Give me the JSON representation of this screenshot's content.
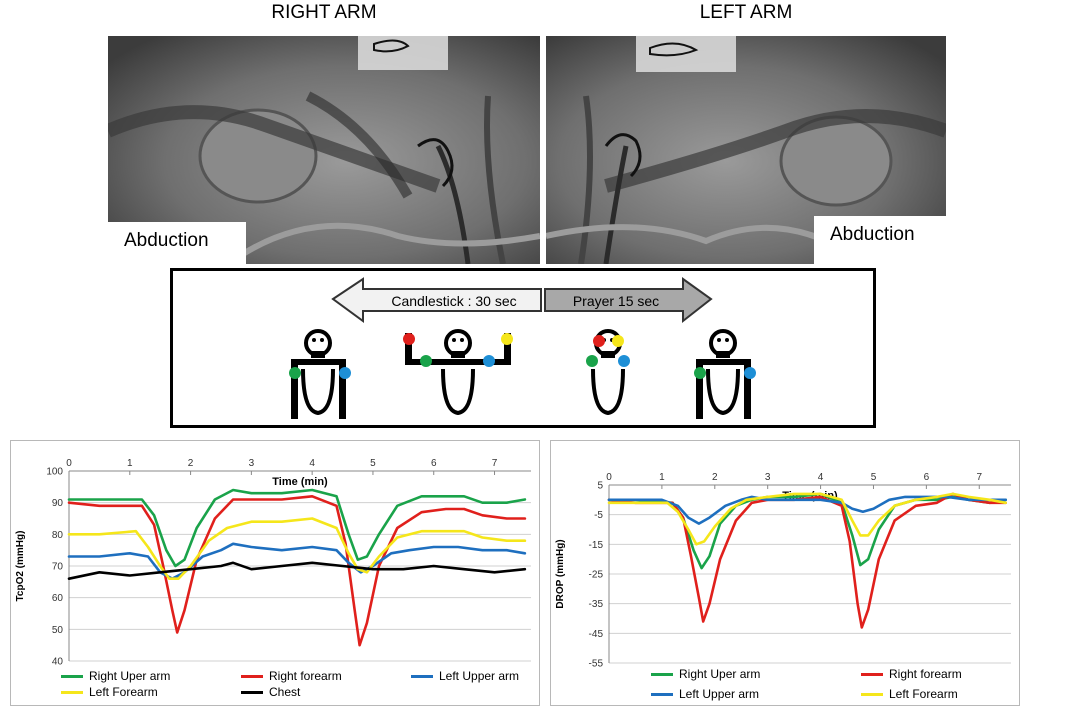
{
  "panels": {
    "right_title": "RIGHT ARM",
    "left_title": "LEFT ARM",
    "right_label": "Abduction",
    "left_label": "Abduction"
  },
  "protocol": {
    "arrow_left": "Candlestick : 30 sec",
    "arrow_right": "Prayer 15 sec",
    "colors": {
      "green": "#1aa34a",
      "blue": "#1e8fd6",
      "red": "#e0201c",
      "yellow": "#f5e61b"
    }
  },
  "chart_data": [
    {
      "type": "line",
      "title": "",
      "xlabel": "Time (min)",
      "ylabel": "TcpO2 (mmHg)",
      "xlim": [
        0,
        7.6
      ],
      "ylim": [
        40,
        100
      ],
      "xticks": [
        0,
        1,
        2,
        3,
        4,
        5,
        6,
        7
      ],
      "yticks": [
        40,
        50,
        60,
        70,
        80,
        90,
        100
      ],
      "grid": "horizontal",
      "x_axis_position": "top",
      "legend_position": "bottom",
      "series": [
        {
          "name": "Right Uper arm",
          "color": "#1aa34a",
          "x": [
            0,
            0.5,
            1.2,
            1.4,
            1.6,
            1.75,
            1.9,
            2.1,
            2.4,
            2.7,
            3.0,
            3.5,
            4.0,
            4.4,
            4.6,
            4.75,
            4.9,
            5.1,
            5.4,
            5.8,
            6.2,
            6.5,
            6.8,
            7.2,
            7.5
          ],
          "y": [
            91,
            91,
            91,
            86,
            75,
            70,
            72,
            82,
            91,
            94,
            93,
            93,
            94,
            92,
            80,
            72,
            73,
            80,
            89,
            92,
            92,
            92,
            90,
            90,
            91
          ]
        },
        {
          "name": "Right forearm",
          "color": "#e0201c",
          "x": [
            0,
            0.5,
            1.2,
            1.4,
            1.55,
            1.7,
            1.78,
            1.9,
            2.1,
            2.4,
            2.7,
            3.0,
            3.5,
            4.0,
            4.4,
            4.55,
            4.7,
            4.78,
            4.9,
            5.1,
            5.4,
            5.8,
            6.2,
            6.5,
            6.8,
            7.2,
            7.5
          ],
          "y": [
            90,
            89,
            89,
            83,
            70,
            56,
            49,
            56,
            72,
            85,
            91,
            91,
            91,
            92,
            89,
            77,
            56,
            45,
            52,
            70,
            82,
            87,
            88,
            88,
            86,
            85,
            85
          ]
        },
        {
          "name": "Left Upper arm",
          "color": "#1e6fbf",
          "x": [
            0,
            0.5,
            1.0,
            1.3,
            1.5,
            1.7,
            1.9,
            2.2,
            2.5,
            2.7,
            3.0,
            3.5,
            4.0,
            4.4,
            4.6,
            4.8,
            5.0,
            5.3,
            5.6,
            6.0,
            6.4,
            6.8,
            7.2,
            7.5
          ],
          "y": [
            73,
            73,
            74,
            73,
            68,
            66,
            68,
            73,
            75,
            77,
            76,
            75,
            76,
            75,
            71,
            68,
            70,
            74,
            75,
            76,
            76,
            75,
            75,
            74
          ]
        },
        {
          "name": "Left Forearm",
          "color": "#f5e61b",
          "x": [
            0,
            0.5,
            1.1,
            1.3,
            1.5,
            1.65,
            1.8,
            2.0,
            2.3,
            2.6,
            3.0,
            3.5,
            4.0,
            4.4,
            4.6,
            4.75,
            4.9,
            5.1,
            5.4,
            5.8,
            6.2,
            6.5,
            6.8,
            7.2,
            7.5
          ],
          "y": [
            80,
            80,
            81,
            76,
            70,
            66,
            66,
            70,
            78,
            82,
            84,
            84,
            85,
            82,
            74,
            69,
            68,
            73,
            79,
            81,
            81,
            81,
            79,
            78,
            78
          ]
        },
        {
          "name": "Chest",
          "color": "#000000",
          "x": [
            0,
            0.5,
            1.0,
            1.5,
            2.0,
            2.5,
            2.7,
            3.0,
            3.5,
            4.0,
            4.5,
            5.0,
            5.5,
            6.0,
            6.5,
            7.0,
            7.5
          ],
          "y": [
            66,
            68,
            67,
            68,
            69,
            70,
            71,
            69,
            70,
            71,
            70,
            69,
            69,
            70,
            69,
            68,
            69
          ]
        }
      ]
    },
    {
      "type": "line",
      "title": "",
      "xlabel": "Time (min)",
      "ylabel": "DROP (mmHg)",
      "xlim": [
        0,
        7.6
      ],
      "ylim": [
        -55,
        5
      ],
      "xticks": [
        0,
        1,
        2,
        3,
        4,
        5,
        6,
        7
      ],
      "yticks": [
        5,
        -5,
        -15,
        -25,
        -35,
        -45,
        -55
      ],
      "grid": "horizontal",
      "x_axis_position": "top",
      "legend_position": "bottom",
      "series": [
        {
          "name": "Right Uper arm",
          "color": "#1aa34a",
          "x": [
            0,
            0.5,
            1.2,
            1.4,
            1.6,
            1.75,
            1.9,
            2.1,
            2.4,
            2.7,
            3.0,
            3.5,
            4.0,
            4.4,
            4.6,
            4.75,
            4.9,
            5.1,
            5.4,
            5.8,
            6.2,
            6.5,
            6.8,
            7.2,
            7.5
          ],
          "y": [
            0,
            0,
            -1,
            -6,
            -17,
            -23,
            -19,
            -8,
            -2,
            0,
            1,
            1,
            2,
            -1,
            -12,
            -22,
            -20,
            -10,
            -2,
            0,
            0,
            1,
            0,
            -1,
            0
          ]
        },
        {
          "name": "Right forearm",
          "color": "#e0201c",
          "x": [
            0,
            0.5,
            1.2,
            1.4,
            1.55,
            1.7,
            1.78,
            1.9,
            2.1,
            2.4,
            2.7,
            3.0,
            3.5,
            4.0,
            4.4,
            4.55,
            4.7,
            4.78,
            4.9,
            5.1,
            5.4,
            5.8,
            6.2,
            6.5,
            6.8,
            7.2,
            7.5
          ],
          "y": [
            0,
            -1,
            -1,
            -6,
            -19,
            -33,
            -41,
            -35,
            -20,
            -7,
            -1,
            0,
            0,
            1,
            -2,
            -14,
            -35,
            -43,
            -37,
            -20,
            -7,
            -2,
            -1,
            2,
            0,
            -1,
            -1
          ]
        },
        {
          "name": "Left Upper arm",
          "color": "#1e6fbf",
          "x": [
            0,
            0.5,
            1.0,
            1.3,
            1.5,
            1.7,
            1.9,
            2.2,
            2.5,
            2.7,
            3.0,
            3.5,
            4.0,
            4.4,
            4.6,
            4.8,
            5.0,
            5.3,
            5.6,
            6.0,
            6.4,
            6.8,
            7.2,
            7.5
          ],
          "y": [
            0,
            0,
            0,
            -2,
            -6,
            -8,
            -6,
            -2,
            0,
            1,
            0,
            0,
            0,
            -1,
            -3,
            -4,
            -3,
            0,
            1,
            1,
            1,
            0,
            0,
            0
          ]
        },
        {
          "name": "Left Forearm",
          "color": "#f5e61b",
          "x": [
            0,
            0.5,
            1.1,
            1.3,
            1.5,
            1.65,
            1.8,
            2.0,
            2.3,
            2.6,
            3.0,
            3.5,
            4.0,
            4.4,
            4.6,
            4.75,
            4.9,
            5.1,
            5.4,
            5.8,
            6.2,
            6.5,
            6.8,
            7.2,
            7.5
          ],
          "y": [
            -1,
            -1,
            -1,
            -4,
            -10,
            -15,
            -14,
            -9,
            -3,
            0,
            1,
            2,
            2,
            0,
            -7,
            -12,
            -12,
            -7,
            -2,
            0,
            1,
            2,
            1,
            0,
            -1
          ]
        }
      ]
    }
  ]
}
